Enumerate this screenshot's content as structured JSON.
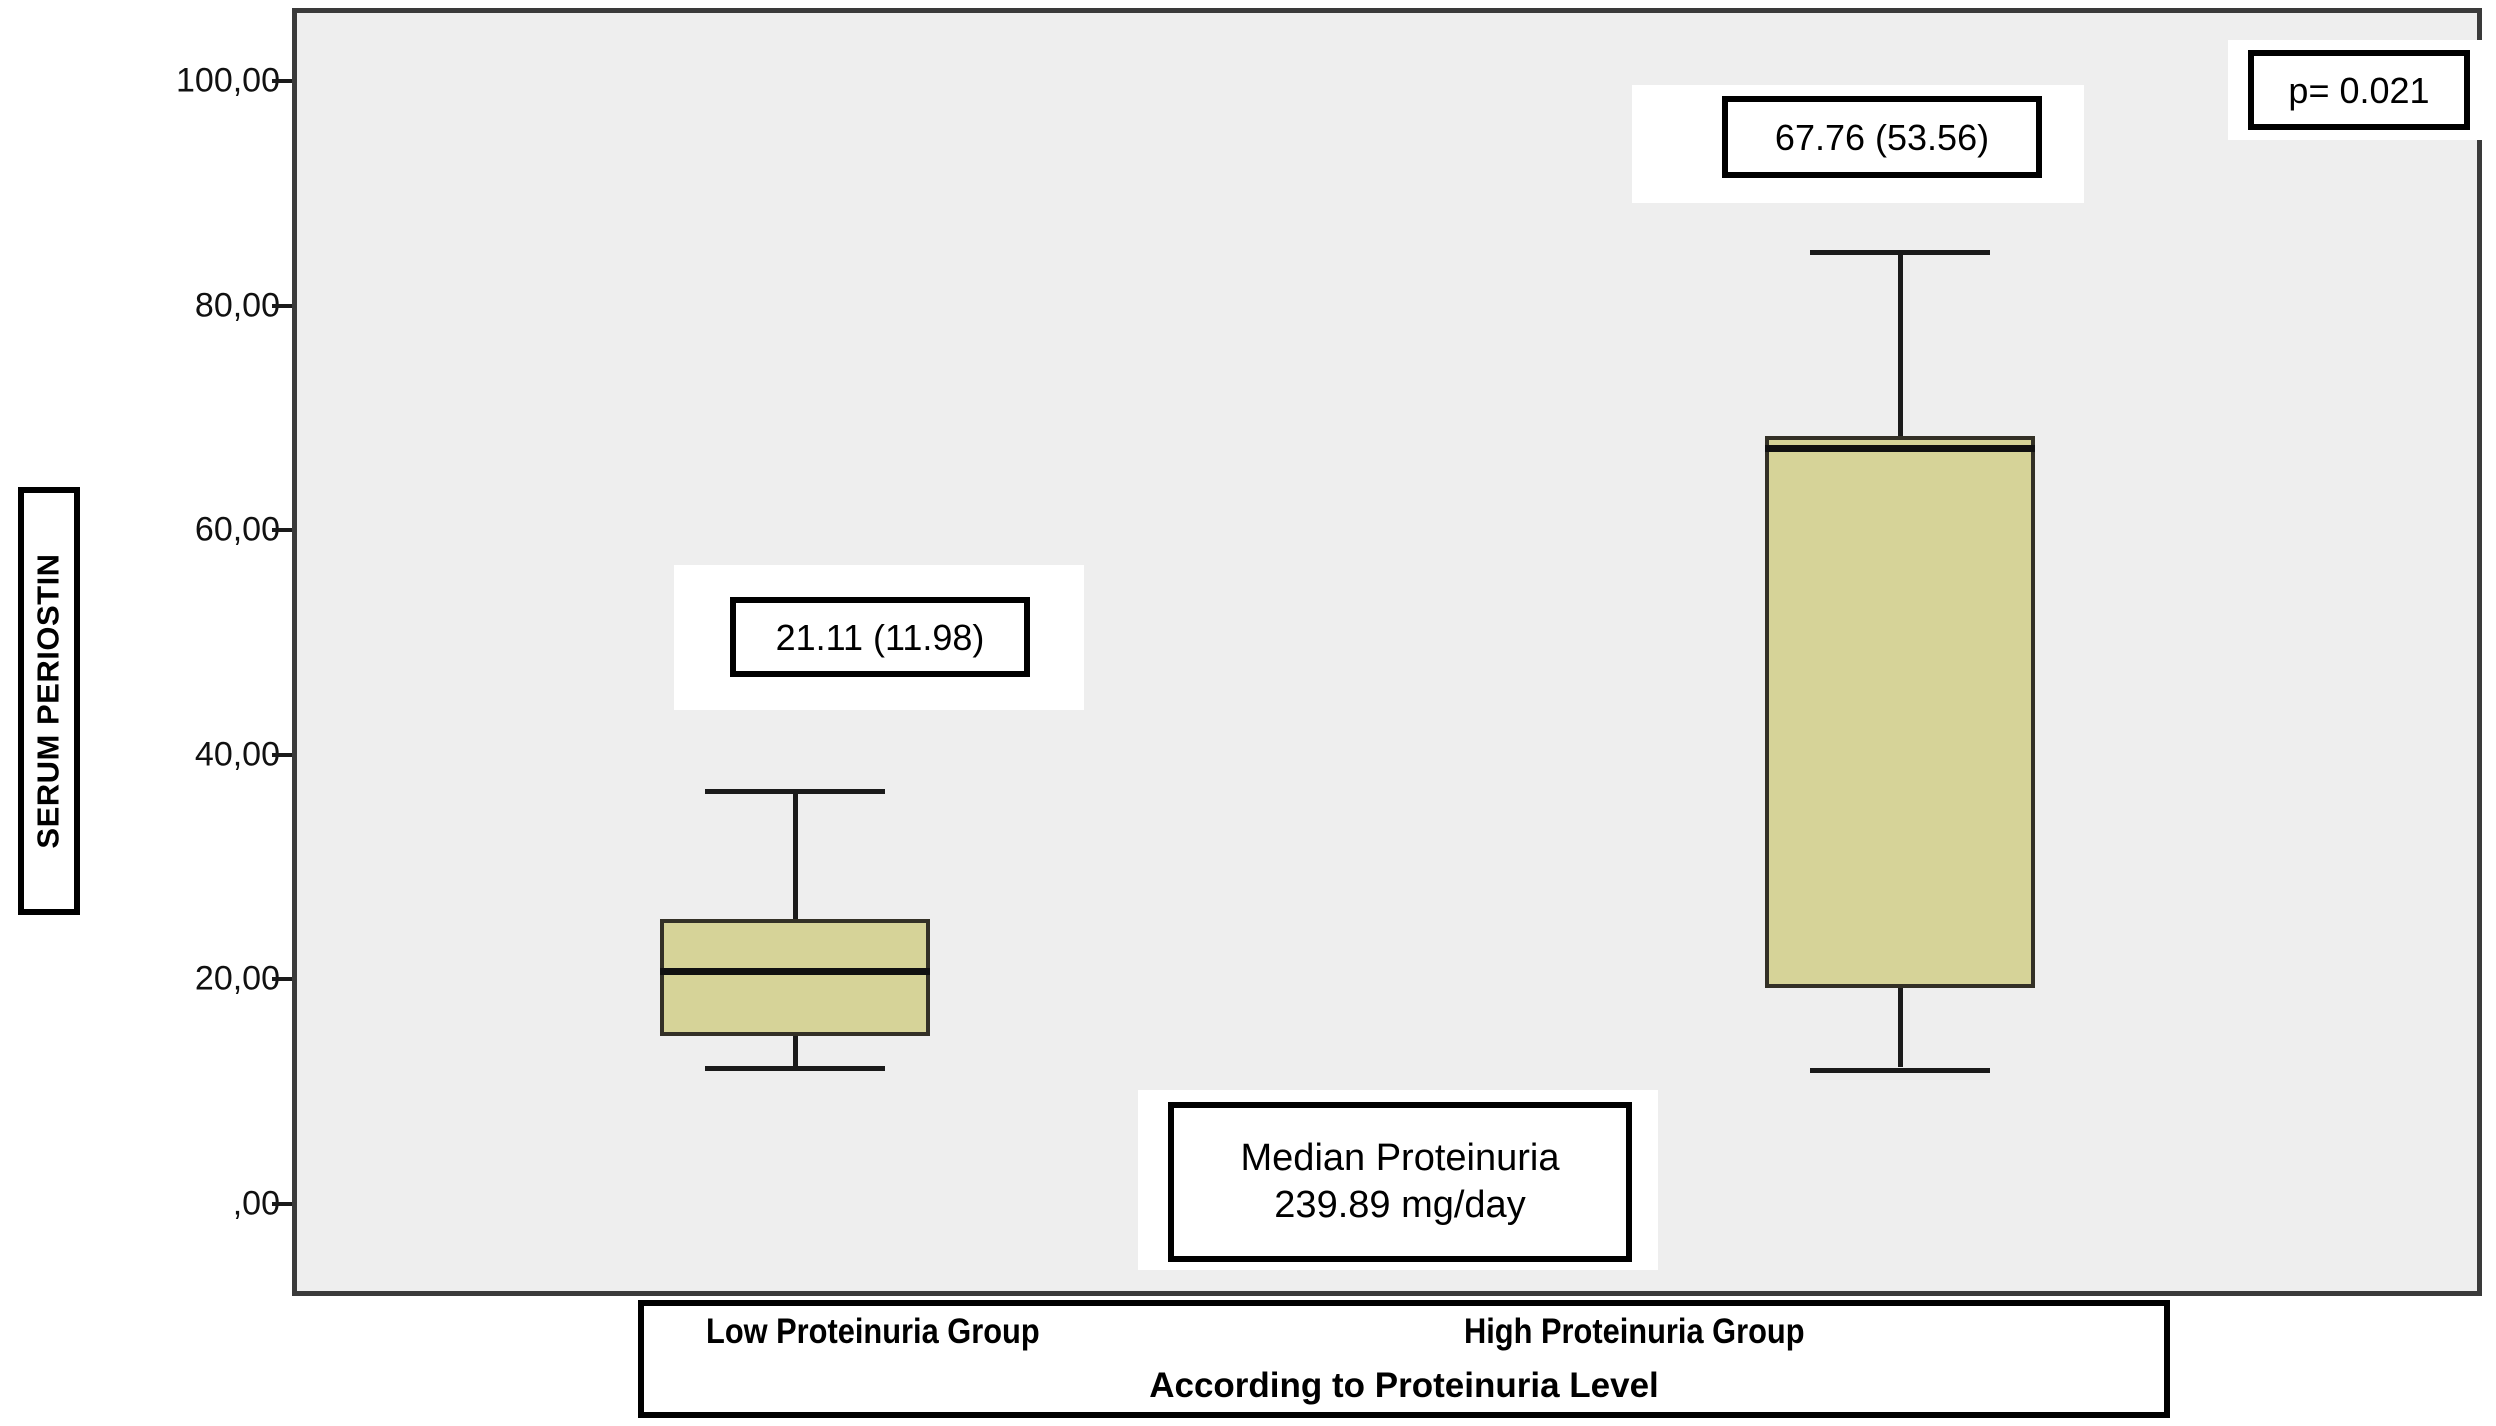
{
  "chart_data": {
    "type": "box",
    "title": "",
    "xlabel": "According to Proteinuria Level",
    "ylabel": "SERUM PERIOSTIN",
    "ylim": [
      0,
      105
    ],
    "grid": false,
    "legend": "none",
    "ytick_labels": [
      ",00",
      "20,00",
      "40,00",
      "60,00",
      "80,00",
      "100,00"
    ],
    "ytick_values": [
      0,
      20,
      40,
      60,
      80,
      100
    ],
    "categories": [
      "Low Proteinuria Group",
      "High Proteinuria Group"
    ],
    "boxes": [
      {
        "name": "Low Proteinuria Group",
        "whisker_low": 12.7,
        "q1": 15.4,
        "median": 21.11,
        "q3": 25.8,
        "whisker_high": 37.4,
        "label": "21.11 (11.98)",
        "median_value": 21.11,
        "iqr_value": 11.98
      },
      {
        "name": "High Proteinuria Group",
        "whisker_low": 12.6,
        "q1": 19.7,
        "median": 67.76,
        "q3": 68.8,
        "whisker_high": 85.4,
        "label": "67.76 (53.56)",
        "median_value": 67.76,
        "iqr_value": 53.56
      }
    ],
    "annotations": [
      {
        "id": "p-value",
        "text": "p= 0.021"
      },
      {
        "id": "median-proteinuria",
        "line1": "Median Proteinuria",
        "line2": "239.89 mg/day"
      }
    ],
    "colors": {
      "box_fill": "#d6d398",
      "box_border": "#333026",
      "plot_background": "#eeeeee",
      "frame_border": "#3a3a3a",
      "median_line": "#111111",
      "text": "#000000"
    }
  }
}
